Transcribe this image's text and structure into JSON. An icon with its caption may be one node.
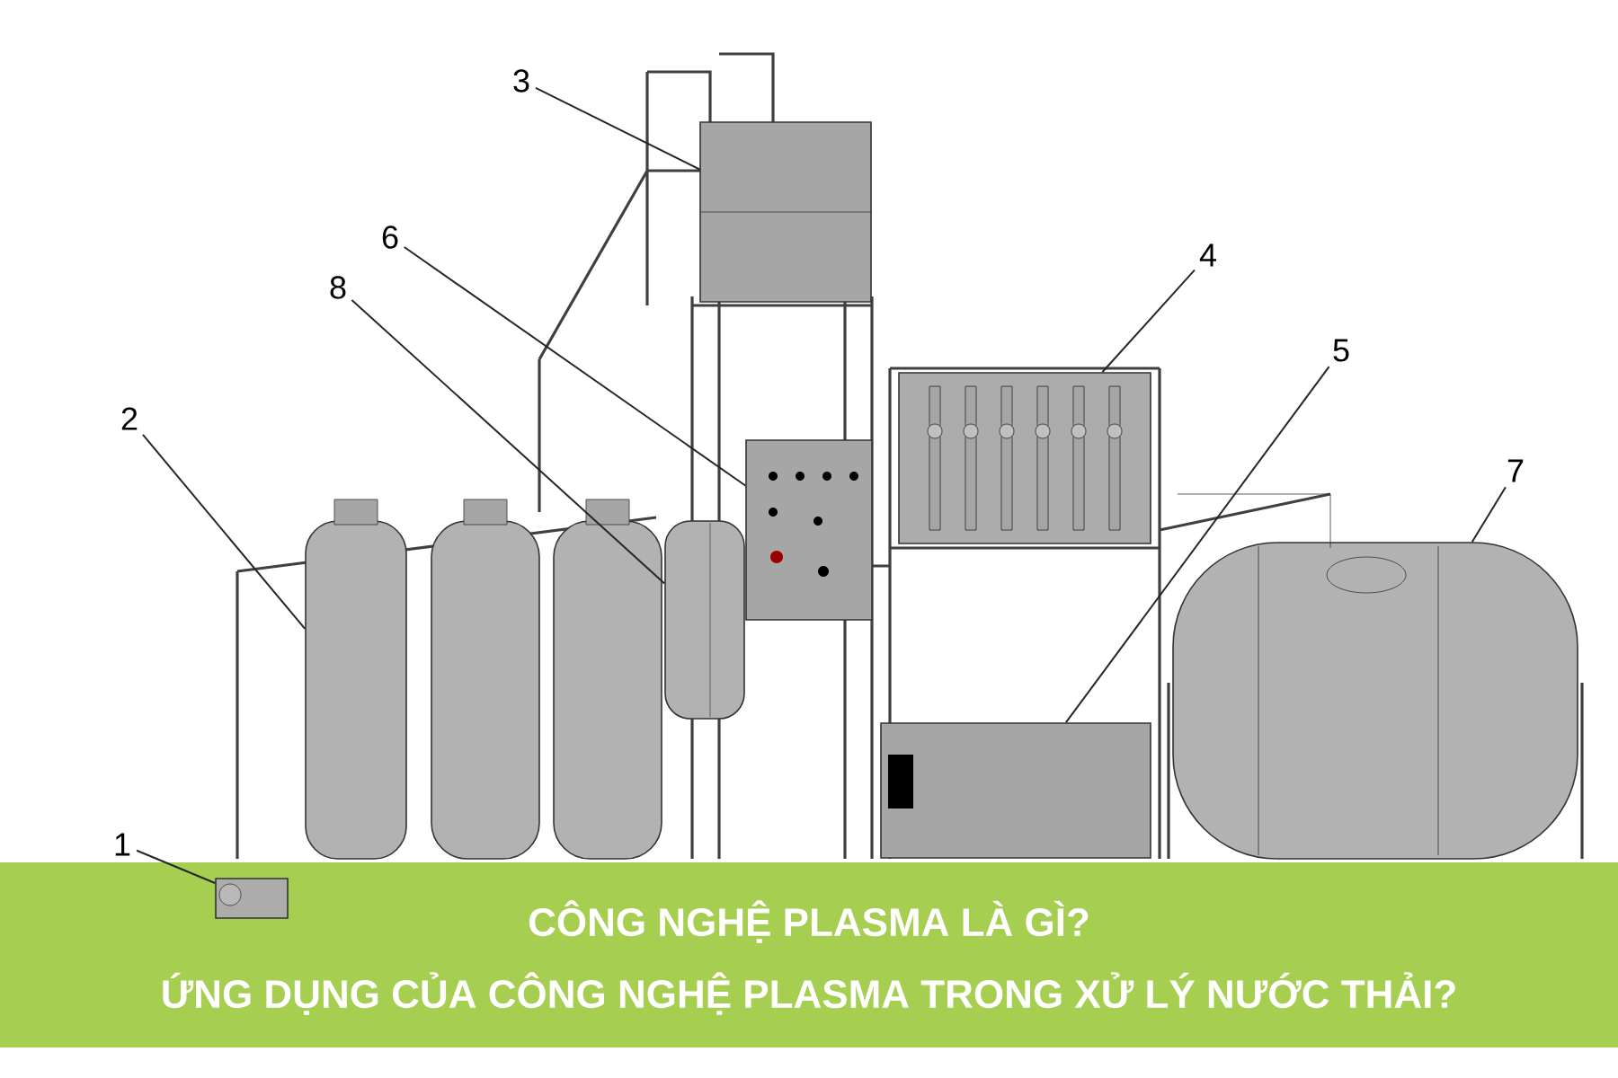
{
  "diagram": {
    "title": "CÔNG NGHỆ PLASMA LÀ GÌ?",
    "caption": "ỨNG DỤNG CỦA CÔNG NGHỆ PLASMA TRONG XỬ LÝ NƯỚC THẢI?",
    "nodes": [
      {
        "text": [
          "1"
        ]
      },
      {
        "text": [
          "2"
        ]
      },
      {
        "text": [
          "3"
        ]
      },
      {
        "text": [
          "4"
        ]
      },
      {
        "text": [
          "5"
        ]
      },
      {
        "text": [
          "6"
        ]
      },
      {
        "text": [
          "7"
        ]
      },
      {
        "text": [
          "8"
        ]
      },
      {
        "text": [],
        "shape": "picture"
      },
      {
        "text": [],
        "shape": "box"
      },
      {
        "text": [],
        "shape": "picture"
      },
      {
        "text": [],
        "shape": "box"
      },
      {
        "text": [],
        "shape": "box"
      },
      {
        "text": [],
        "shape": "cylinder"
      },
      {
        "text": [],
        "shape": "cylinder"
      },
      {
        "text": [],
        "shape": "cylinder"
      },
      {
        "text": [],
        "shape": "cylinder"
      },
      {
        "text": [],
        "shape": "cylinder"
      }
    ],
    "edges": [
      {
        "from": 0,
        "to": 8,
        "arrow": "none"
      },
      {
        "from": 1,
        "to": 13,
        "arrow": "none"
      },
      {
        "from": 2,
        "to": 9,
        "arrow": "none"
      },
      {
        "from": 3,
        "to": 10,
        "arrow": "none"
      },
      {
        "from": 4,
        "to": 11,
        "arrow": "none"
      },
      {
        "from": 5,
        "to": 12,
        "arrow": "none"
      },
      {
        "from": 6,
        "to": 17,
        "arrow": "none"
      },
      {
        "from": 7,
        "to": 16,
        "arrow": "none"
      }
    ]
  }
}
